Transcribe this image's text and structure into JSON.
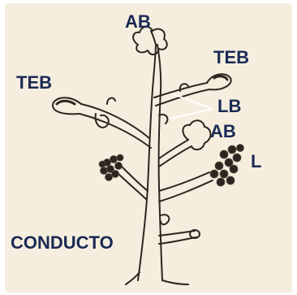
{
  "colors": {
    "panel": "#f5eede",
    "ink": "#2b2620",
    "label": "#1b2a55",
    "leader": "#ffffff",
    "background": "#ffffff"
  },
  "labels": {
    "ab_top": "AB",
    "teb_right": "TEB",
    "teb_left": "TEB",
    "lb": "LB",
    "ab_mid": "AB",
    "l": "L",
    "conducto": "CONDUCTO"
  }
}
